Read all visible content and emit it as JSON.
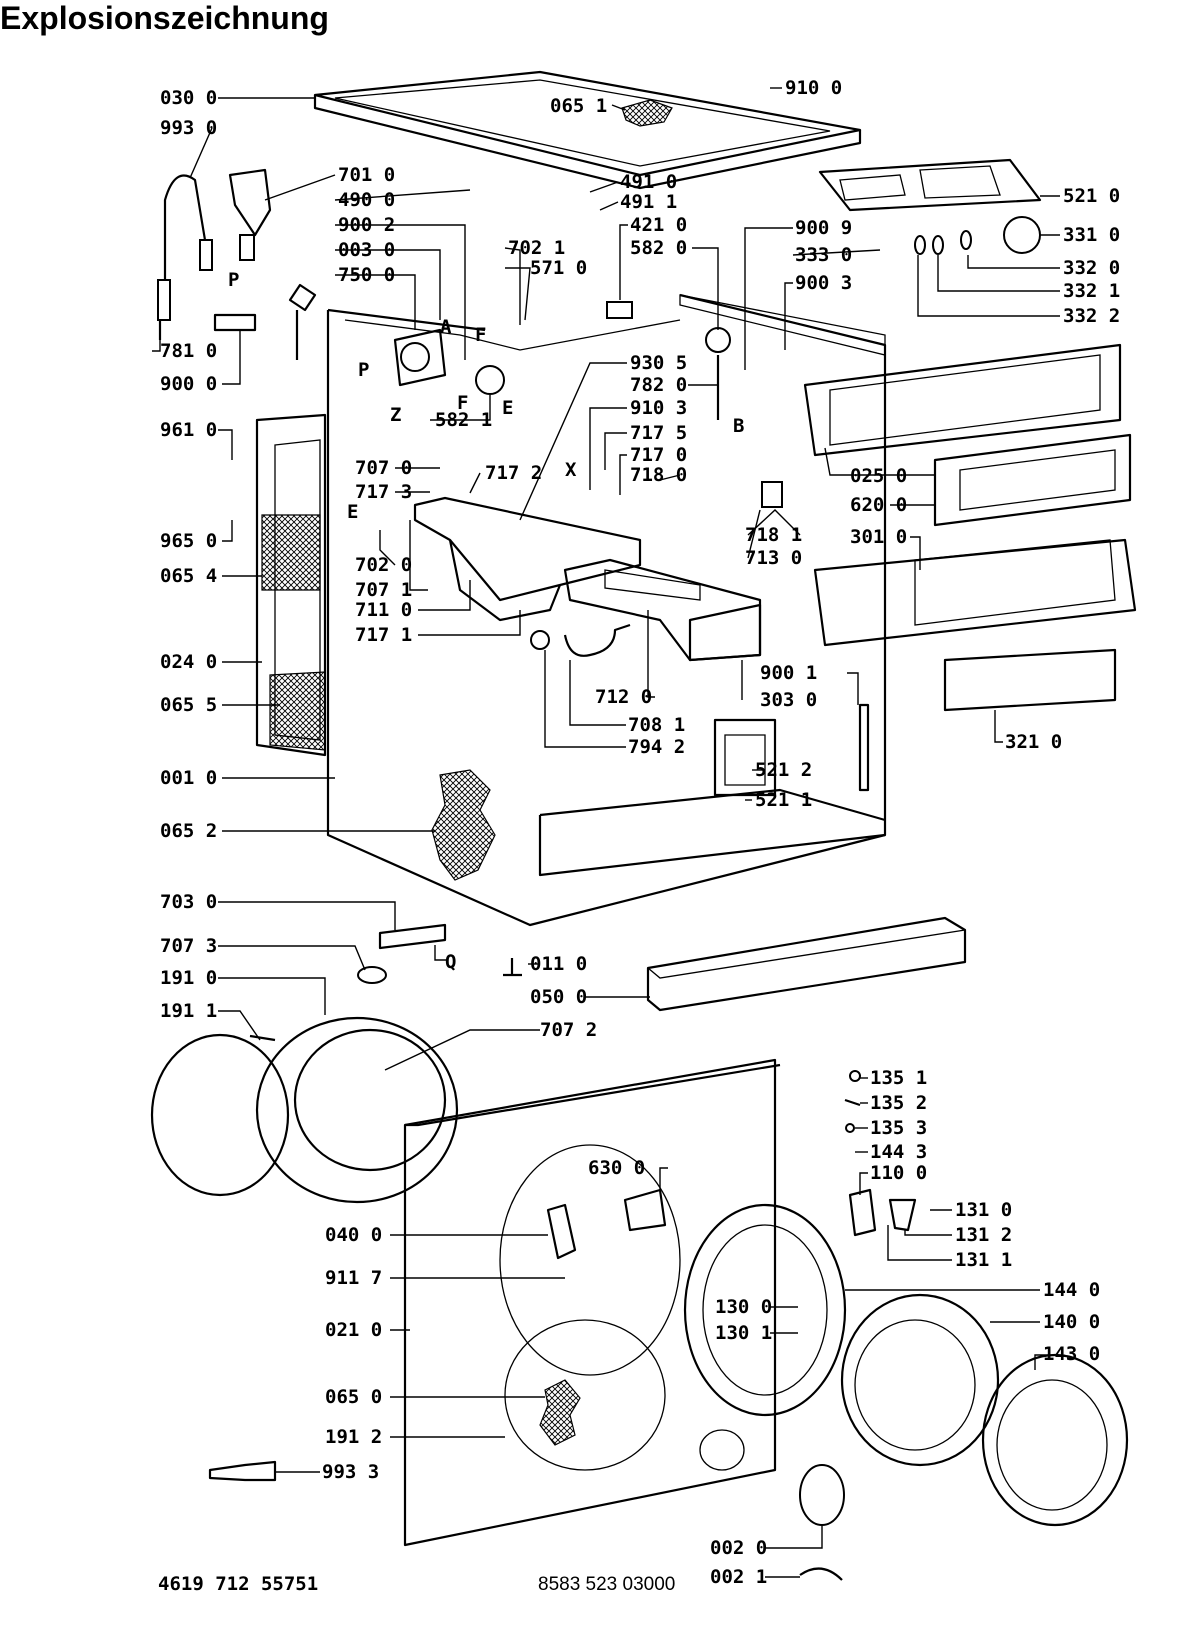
{
  "title": "Explosionszeichnung",
  "footer": {
    "left_code": "4619 712 55751",
    "center_code": "8583 523 03000"
  },
  "labels": [
    "030 0",
    "065 1",
    "910 0",
    "993 0",
    "701 0",
    "490 0",
    "491 0",
    "491 1",
    "421 0",
    "582 0",
    "900 2",
    "003 0",
    "702 1",
    "571 0",
    "750 0",
    "900 9",
    "333 0",
    "900 3",
    "521 0",
    "331 0",
    "332 0",
    "332 1",
    "332 2",
    "781 0",
    "900 0",
    "930 5",
    "782 0",
    "910 3",
    "717 5",
    "717 0",
    "718 0",
    "582 1",
    "961 0",
    "707 0",
    "717 2",
    "717 3",
    "025 0",
    "620 0",
    "718 1",
    "713 0",
    "301 0",
    "965 0",
    "065 4",
    "702 0",
    "707 1",
    "711 0",
    "717 1",
    "024 0",
    "065 5",
    "712 0",
    "708 1",
    "794 2",
    "303 0",
    "900 1",
    "321 0",
    "521 2",
    "521 1",
    "001 0",
    "065 2",
    "703 0",
    "707 3",
    "011 0",
    "191 0",
    "050 0",
    "191 1",
    "707 2",
    "135 1",
    "135 2",
    "135 3",
    "144 3",
    "110 0",
    "630 0",
    "131 0",
    "131 2",
    "131 1",
    "040 0",
    "911 7",
    "144 0",
    "130 0",
    "140 0",
    "130 1",
    "021 0",
    "143 0",
    "065 0",
    "191 2",
    "993 3",
    "002 0",
    "002 1"
  ],
  "letters": [
    "P",
    "A",
    "P",
    "F",
    "F",
    "E",
    "Z",
    "B",
    "X",
    "E",
    "Q"
  ]
}
